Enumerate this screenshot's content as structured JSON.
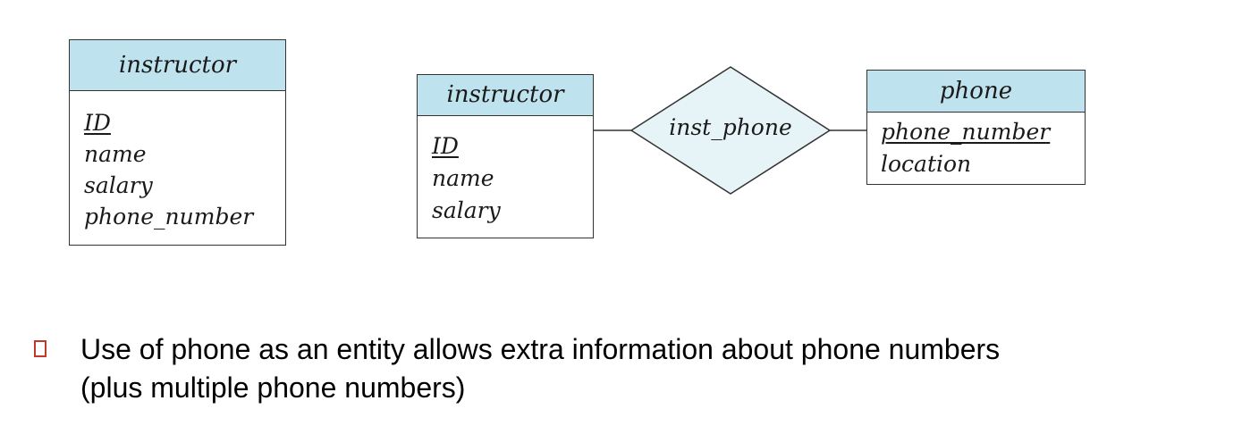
{
  "diagram": {
    "entity_left": {
      "name": "instructor",
      "attributes": [
        {
          "text": "ID",
          "key": true
        },
        {
          "text": "name",
          "key": false
        },
        {
          "text": "salary",
          "key": false
        },
        {
          "text": "phone_number",
          "key": false
        }
      ]
    },
    "entity_mid": {
      "name": "instructor",
      "attributes": [
        {
          "text": "ID",
          "key": true
        },
        {
          "text": "name",
          "key": false
        },
        {
          "text": "salary",
          "key": false
        }
      ]
    },
    "relationship": {
      "name": "inst_phone"
    },
    "entity_right": {
      "name": "phone",
      "attributes": [
        {
          "text": "phone_number",
          "key": true
        },
        {
          "text": "location",
          "key": false
        }
      ]
    }
  },
  "bullet": {
    "line1": "Use of phone as an entity allows extra information about phone numbers",
    "line2": "(plus multiple phone numbers)",
    "marker_color": "#c0392b"
  },
  "colors": {
    "entity_header": "#bfe3ee",
    "relationship_fill": "#e6f4f8"
  }
}
